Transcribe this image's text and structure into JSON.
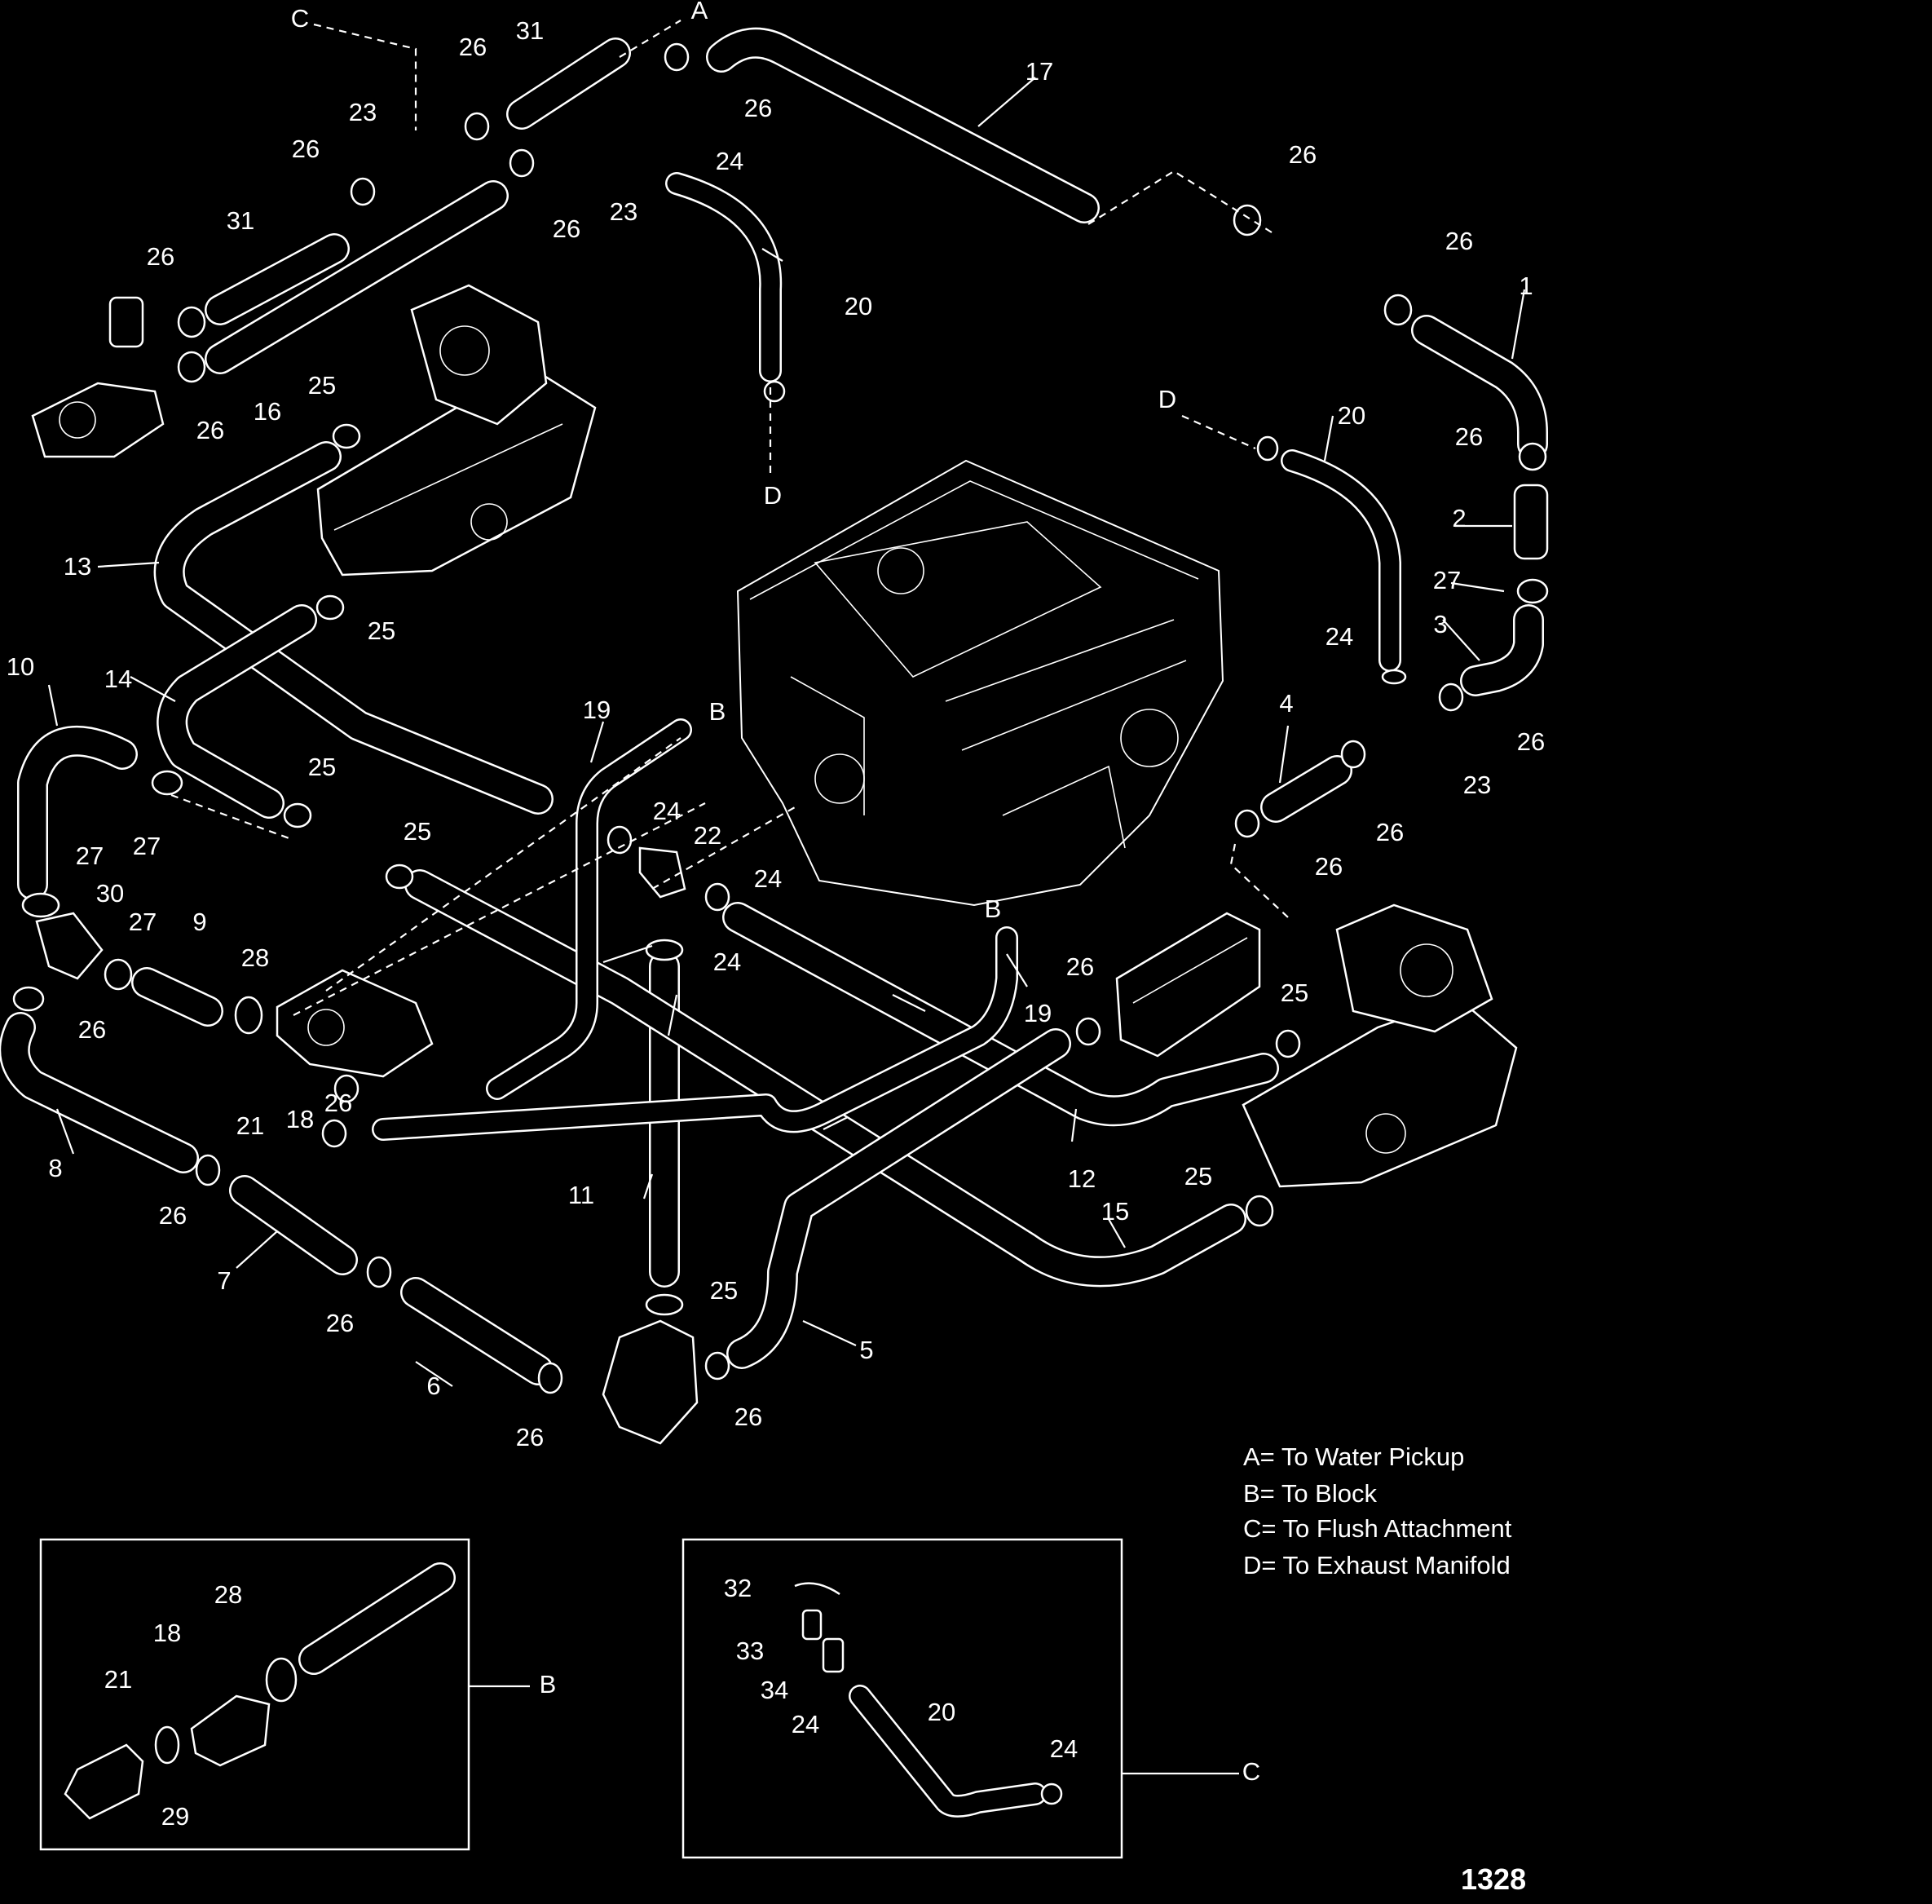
{
  "callouts": [
    "1",
    "2",
    "3",
    "4",
    "5",
    "6",
    "7",
    "8",
    "9",
    "10",
    "11",
    "12",
    "13",
    "14",
    "15",
    "16",
    "17",
    "18",
    "19",
    "20",
    "21",
    "22",
    "23",
    "24",
    "25",
    "26",
    "27",
    "28",
    "29",
    "30",
    "31",
    "32",
    "33",
    "34"
  ],
  "connection_letters": [
    "A",
    "B",
    "C",
    "D"
  ],
  "legend": [
    {
      "letter": "A",
      "text": "A= To Water Pickup"
    },
    {
      "letter": "B",
      "text": "B= To Block"
    },
    {
      "letter": "C",
      "text": "C= To Flush Attachment"
    },
    {
      "letter": "D",
      "text": "D= To Exhaust Manifold"
    }
  ],
  "figure_number": "1328"
}
